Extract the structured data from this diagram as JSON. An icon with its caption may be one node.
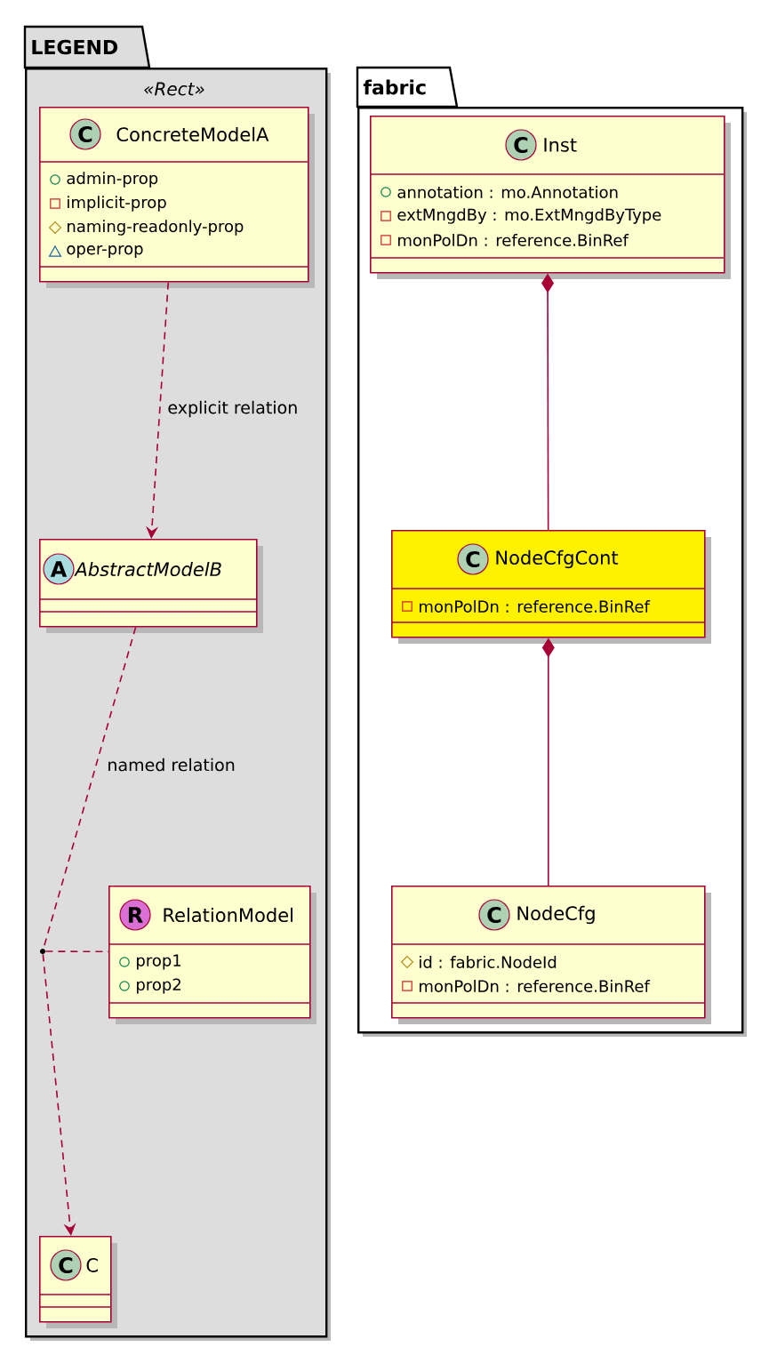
{
  "diagram": {
    "nodes": [
      {
        "text": [
          "LEGEND",
          "«Rect»"
        ]
      },
      {
        "text": [
          "C",
          "ConcreteModelA",
          "admin-prop",
          "implicit-prop",
          "naming-readonly-prop",
          "oper-prop"
        ],
        "in": 0
      },
      {
        "text": [
          "A",
          "AbstractModelB"
        ],
        "in": 0
      },
      {
        "text": [],
        "shape": "circle",
        "in": 0
      },
      {
        "text": [
          "R",
          "RelationModel",
          "prop1",
          "prop2"
        ],
        "in": 0
      },
      {
        "text": [
          "C",
          "C"
        ],
        "in": 0
      },
      {
        "text": [
          "fabric"
        ]
      },
      {
        "text": [
          "C",
          "Inst",
          "annotation : mo.Annotation",
          "extMngdBy : mo.ExtMngdByType",
          "monPolDn : reference.BinRef"
        ],
        "in": 6
      },
      {
        "text": [
          "C",
          "NodeCfgCont",
          "monPolDn : reference.BinRef"
        ],
        "in": 6
      },
      {
        "text": [
          "C",
          "NodeCfg",
          "id : fabric.NodeId",
          "monPolDn : reference.BinRef"
        ],
        "in": 6
      }
    ],
    "edges": [
      {
        "from": 1,
        "to": 2,
        "arrow": "to",
        "style": "dashed",
        "label": "explicit relation"
      },
      {
        "from": 2,
        "to": 3,
        "arrow": "none",
        "style": "dashed",
        "label": "named relation"
      },
      {
        "from": 3,
        "to": 5,
        "arrow": "to",
        "style": "dashed"
      },
      {
        "from": 3,
        "to": 4,
        "arrow": "none",
        "style": "dashed"
      },
      {
        "from": 7,
        "to": 8,
        "arrow": "other"
      },
      {
        "from": 8,
        "to": 9,
        "arrow": "other"
      }
    ]
  }
}
